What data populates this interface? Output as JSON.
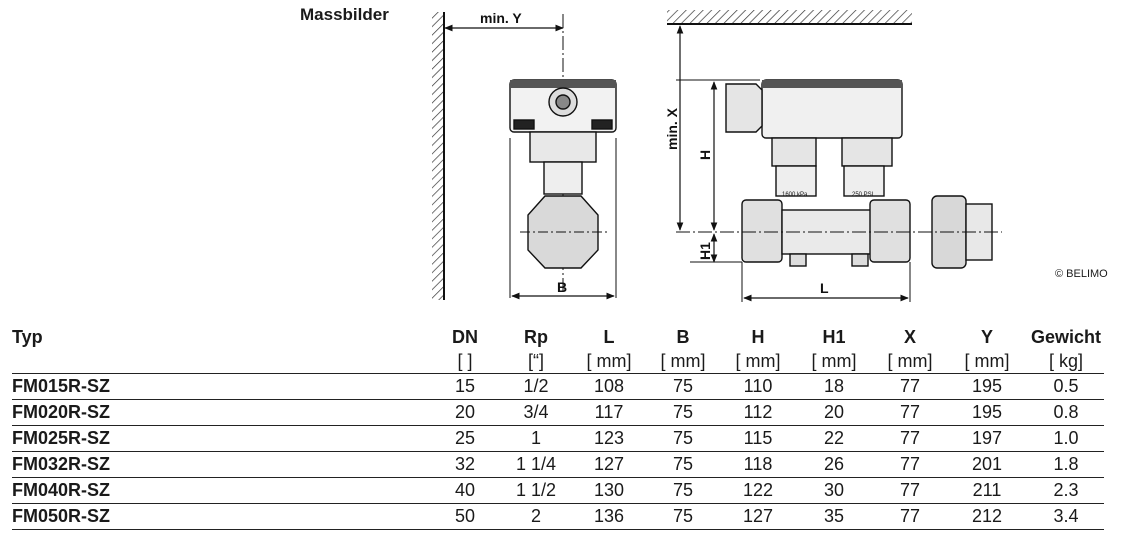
{
  "title": "Massbilder",
  "copyright": "© BELIMO",
  "drawing": {
    "min_y": "min. Y",
    "min_x": "min. X",
    "h": "H",
    "h1": "H1",
    "b": "B",
    "l": "L",
    "stamp_left": "1600 kPa",
    "stamp_right": "250 PSI"
  },
  "table": {
    "headers": [
      "Typ",
      "DN",
      "Rp",
      "L",
      "B",
      "H",
      "H1",
      "X",
      "Y",
      "Gewicht"
    ],
    "units": [
      "",
      "[ ]",
      "[“]",
      "[ mm]",
      "[ mm]",
      "[ mm]",
      "[ mm]",
      "[ mm]",
      "[ mm]",
      "[ kg]"
    ],
    "rows": [
      [
        "FM015R-SZ",
        "15",
        "1/2",
        "108",
        "75",
        "110",
        "18",
        "77",
        "195",
        "0.5"
      ],
      [
        "FM020R-SZ",
        "20",
        "3/4",
        "117",
        "75",
        "112",
        "20",
        "77",
        "195",
        "0.8"
      ],
      [
        "FM025R-SZ",
        "25",
        "1",
        "123",
        "75",
        "115",
        "22",
        "77",
        "197",
        "1.0"
      ],
      [
        "FM032R-SZ",
        "32",
        "1 1/4",
        "127",
        "75",
        "118",
        "26",
        "77",
        "201",
        "1.8"
      ],
      [
        "FM040R-SZ",
        "40",
        "1 1/2",
        "130",
        "75",
        "122",
        "30",
        "77",
        "211",
        "2.3"
      ],
      [
        "FM050R-SZ",
        "50",
        "2",
        "136",
        "75",
        "127",
        "35",
        "77",
        "212",
        "3.4"
      ]
    ]
  }
}
